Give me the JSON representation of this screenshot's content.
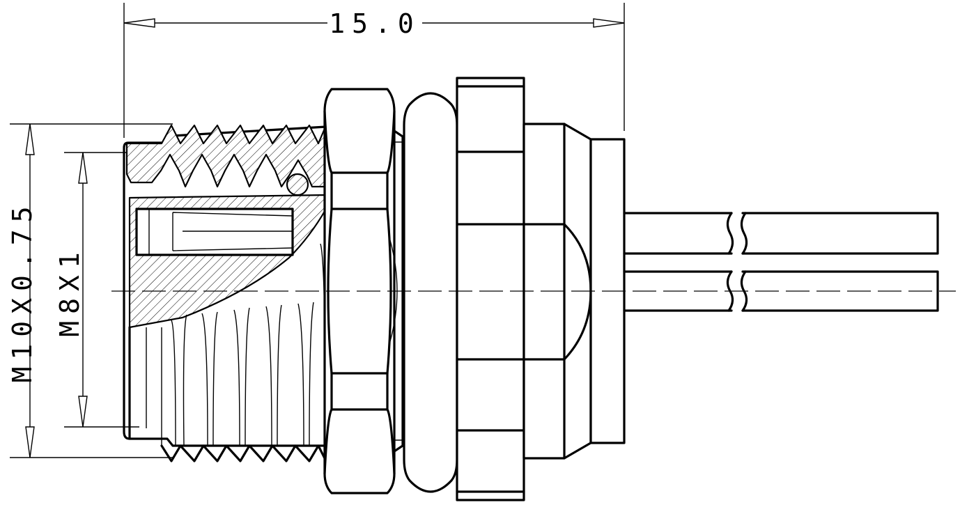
{
  "drawing": {
    "dimensions": {
      "overall_length": "15.0",
      "outer_thread": "M10X0.75",
      "inner_thread": "M8X1"
    }
  }
}
